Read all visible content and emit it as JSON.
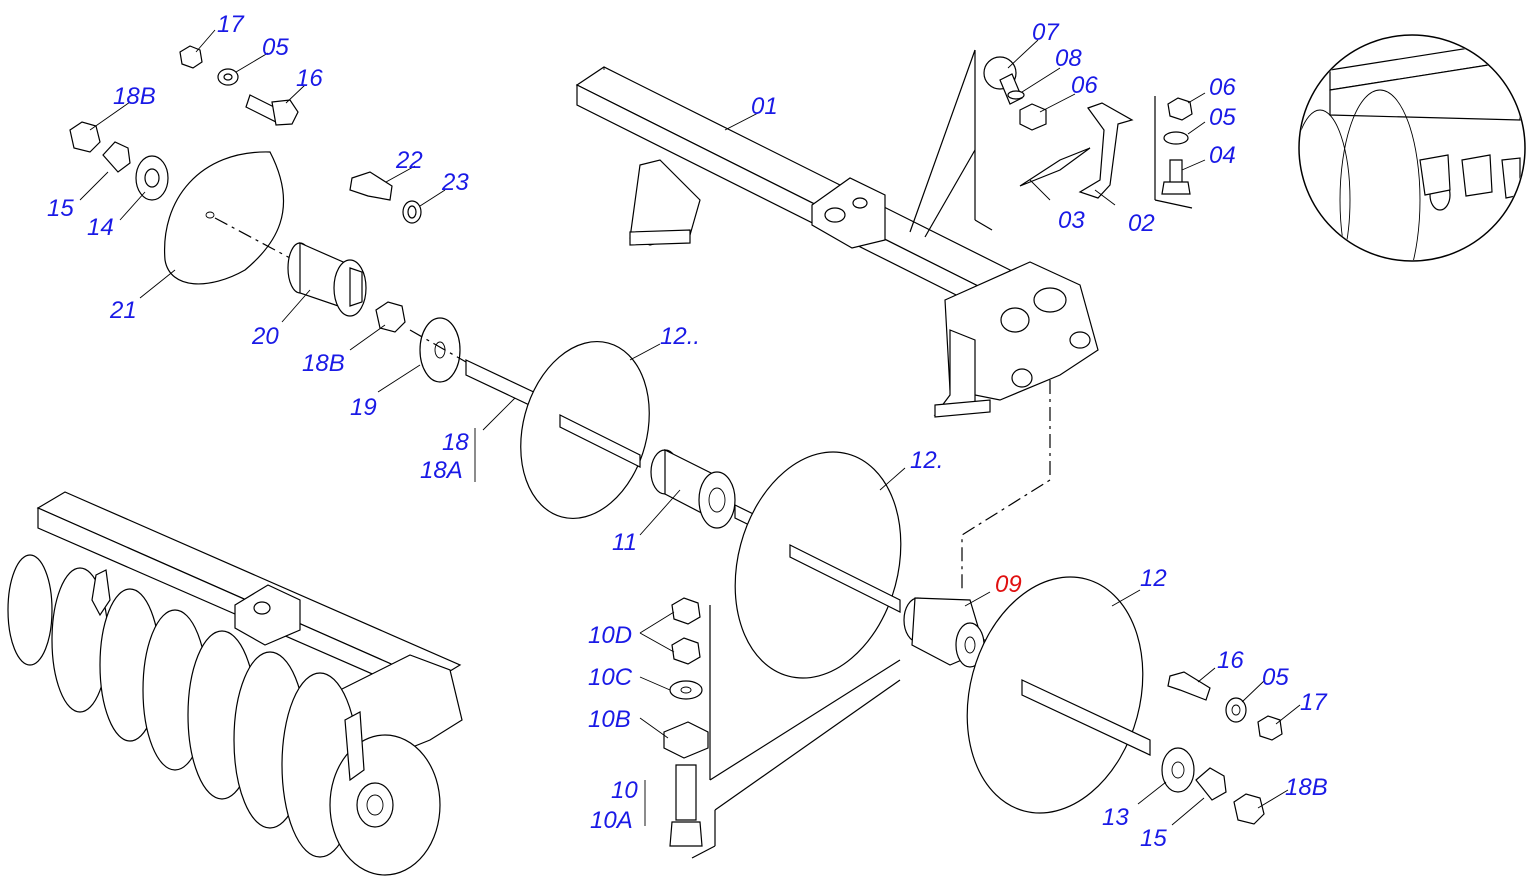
{
  "callouts": [
    {
      "id": "17a",
      "text": "17"
    },
    {
      "id": "05a",
      "text": "05"
    },
    {
      "id": "16a",
      "text": "16"
    },
    {
      "id": "18Ba",
      "text": "18B"
    },
    {
      "id": "15a",
      "text": "15"
    },
    {
      "id": "14",
      "text": "14"
    },
    {
      "id": "21",
      "text": "21"
    },
    {
      "id": "22",
      "text": "22"
    },
    {
      "id": "23",
      "text": "23"
    },
    {
      "id": "20",
      "text": "20"
    },
    {
      "id": "18Bb",
      "text": "18B"
    },
    {
      "id": "19",
      "text": "19"
    },
    {
      "id": "18",
      "text": "18"
    },
    {
      "id": "18A",
      "text": "18A"
    },
    {
      "id": "01",
      "text": "01"
    },
    {
      "id": "07",
      "text": "07"
    },
    {
      "id": "08",
      "text": "08"
    },
    {
      "id": "06a",
      "text": "06"
    },
    {
      "id": "03",
      "text": "03"
    },
    {
      "id": "02",
      "text": "02"
    },
    {
      "id": "06b",
      "text": "06"
    },
    {
      "id": "05b",
      "text": "05"
    },
    {
      "id": "04",
      "text": "04"
    },
    {
      "id": "12dd",
      "text": "12.."
    },
    {
      "id": "12d",
      "text": "12."
    },
    {
      "id": "11",
      "text": "11"
    },
    {
      "id": "09",
      "text": "09"
    },
    {
      "id": "12",
      "text": "12"
    },
    {
      "id": "10D",
      "text": "10D"
    },
    {
      "id": "10C",
      "text": "10C"
    },
    {
      "id": "10B",
      "text": "10B"
    },
    {
      "id": "10",
      "text": "10"
    },
    {
      "id": "10A",
      "text": "10A"
    },
    {
      "id": "16b",
      "text": "16"
    },
    {
      "id": "05c",
      "text": "05"
    },
    {
      "id": "17b",
      "text": "17"
    },
    {
      "id": "13",
      "text": "13"
    },
    {
      "id": "15b",
      "text": "15"
    },
    {
      "id": "18Bc",
      "text": "18B"
    }
  ],
  "colors": {
    "label": "#1a1ae6",
    "highlight": "#e01010",
    "line": "#000000"
  }
}
